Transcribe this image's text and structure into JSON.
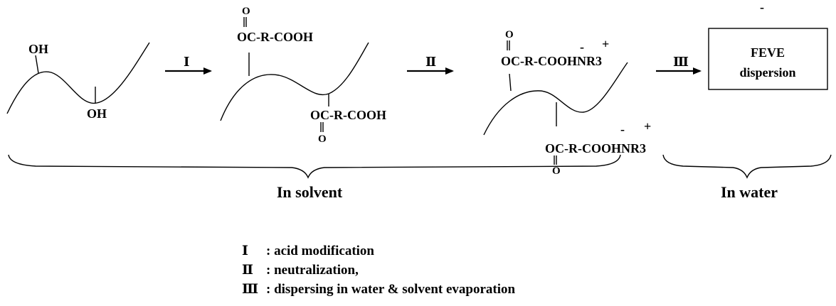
{
  "reactant": {
    "oh_top": "OH",
    "oh_bottom": "OH"
  },
  "arrows": {
    "step1": "Ⅰ",
    "step2": "Ⅱ",
    "step3": "Ⅲ"
  },
  "intermediate1": {
    "o_top": "O",
    "group_top": "OC-R-COOH",
    "group_bottom": "OC-R-COOH",
    "o_bottom": "O"
  },
  "intermediate2": {
    "o_top": "O",
    "group_top": "OC-R-COOHNR3",
    "minus_top": "-",
    "plus_top": "+",
    "group_bottom": "OC-R-COOHNR3",
    "minus_bottom": "-",
    "plus_bottom": "+",
    "o_bottom": "O"
  },
  "product": {
    "charge": "-",
    "line1": "FEVE",
    "line2": "dispersion"
  },
  "regions": {
    "solvent_label": "In solvent",
    "water_label": "In water"
  },
  "legend": [
    {
      "numeral": "Ⅰ",
      "text": ": acid modification"
    },
    {
      "numeral": "Ⅱ",
      "text": ": neutralization,"
    },
    {
      "numeral": "Ⅲ",
      "text": ": dispersing in water & solvent evaporation"
    }
  ]
}
